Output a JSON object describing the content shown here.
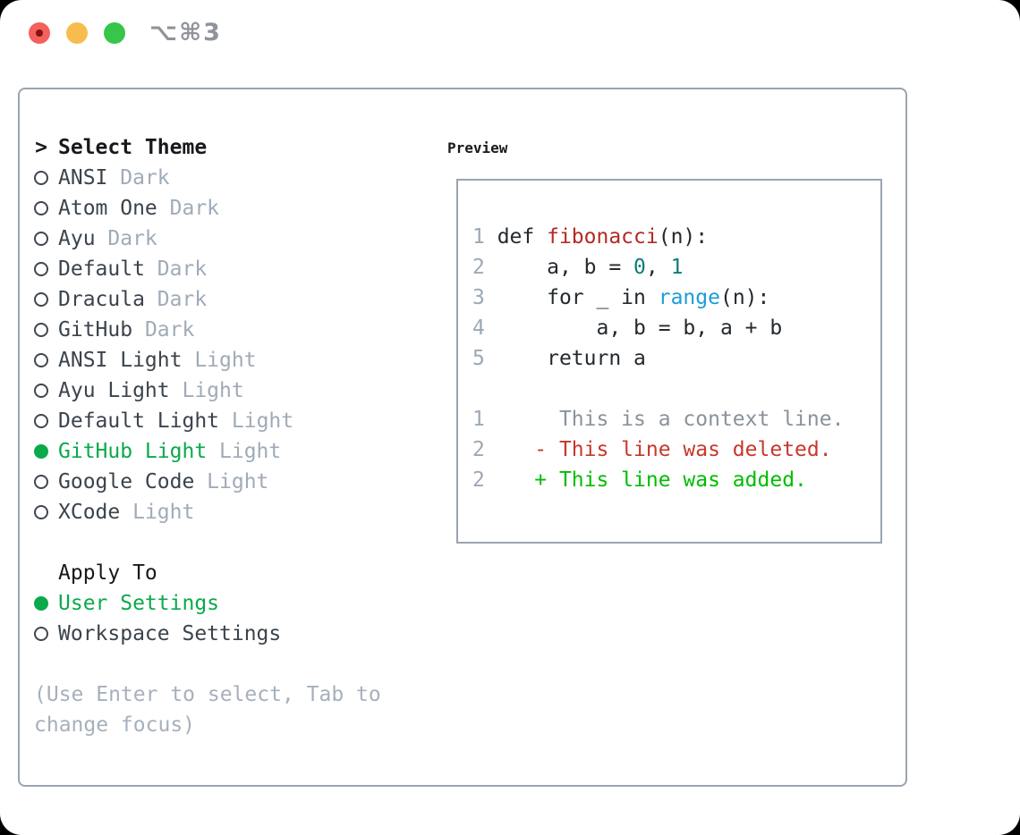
{
  "titlebar": {
    "shortcut": "⌥⌘3",
    "traffic_lights": [
      "close",
      "minimize",
      "zoom"
    ]
  },
  "colors": {
    "accent_green": "#0aa94a",
    "diff_added_green": "#00bd00",
    "diff_deleted_red": "#c7372b",
    "function_red": "#b12b24",
    "number_teal": "#0e7d74",
    "builtin_blue": "#1d9cd8",
    "muted_gray": "#a0abb8",
    "panel_border": "#9aa4af",
    "traffic_red": "#f2615b",
    "traffic_yellow": "#f6bd4e",
    "traffic_green": "#37c649"
  },
  "theme_panel": {
    "prompt": ">",
    "select_label": "Select Theme",
    "themes": [
      {
        "name": "ANSI",
        "variant": "Dark",
        "selected": false
      },
      {
        "name": "Atom One",
        "variant": "Dark",
        "selected": false
      },
      {
        "name": "Ayu",
        "variant": "Dark",
        "selected": false
      },
      {
        "name": "Default",
        "variant": "Dark",
        "selected": false
      },
      {
        "name": "Dracula",
        "variant": "Dark",
        "selected": false
      },
      {
        "name": "GitHub",
        "variant": "Dark",
        "selected": false
      },
      {
        "name": "ANSI Light",
        "variant": "Light",
        "selected": false
      },
      {
        "name": "Ayu Light",
        "variant": "Light",
        "selected": false
      },
      {
        "name": "Default Light",
        "variant": "Light",
        "selected": false
      },
      {
        "name": "GitHub Light",
        "variant": "Light",
        "selected": true
      },
      {
        "name": "Google Code",
        "variant": "Light",
        "selected": false
      },
      {
        "name": "XCode",
        "variant": "Light",
        "selected": false
      }
    ],
    "apply_header": "Apply To",
    "apply_options": [
      {
        "name": "User Settings",
        "selected": true
      },
      {
        "name": "Workspace Settings",
        "selected": false
      }
    ],
    "hint": "(Use Enter to select, Tab to\nchange focus)"
  },
  "preview": {
    "header": "Preview",
    "lines": [
      [
        [
          "ln",
          "1 "
        ],
        [
          "code",
          "def "
        ],
        [
          "func",
          "fibonacci"
        ],
        [
          "code",
          "(n):"
        ]
      ],
      [
        [
          "ln",
          "2 "
        ],
        [
          "code",
          "    a, b = "
        ],
        [
          "num",
          "0"
        ],
        [
          "code",
          ", "
        ],
        [
          "num",
          "1"
        ]
      ],
      [
        [
          "ln",
          "3 "
        ],
        [
          "code",
          "    for _ in "
        ],
        [
          "builtin",
          "range"
        ],
        [
          "code",
          "(n):"
        ]
      ],
      [
        [
          "ln",
          "4 "
        ],
        [
          "code",
          "        a, b = b, a + b"
        ]
      ],
      [
        [
          "ln",
          "5 "
        ],
        [
          "code",
          "    return a"
        ]
      ],
      [],
      [
        [
          "ln",
          "1 "
        ],
        [
          "ctx",
          "     This is a context line."
        ]
      ],
      [
        [
          "ln",
          "2 "
        ],
        [
          "del",
          "   - This line was deleted."
        ]
      ],
      [
        [
          "ln",
          "2 "
        ],
        [
          "add",
          "   + This line was added."
        ]
      ]
    ]
  }
}
